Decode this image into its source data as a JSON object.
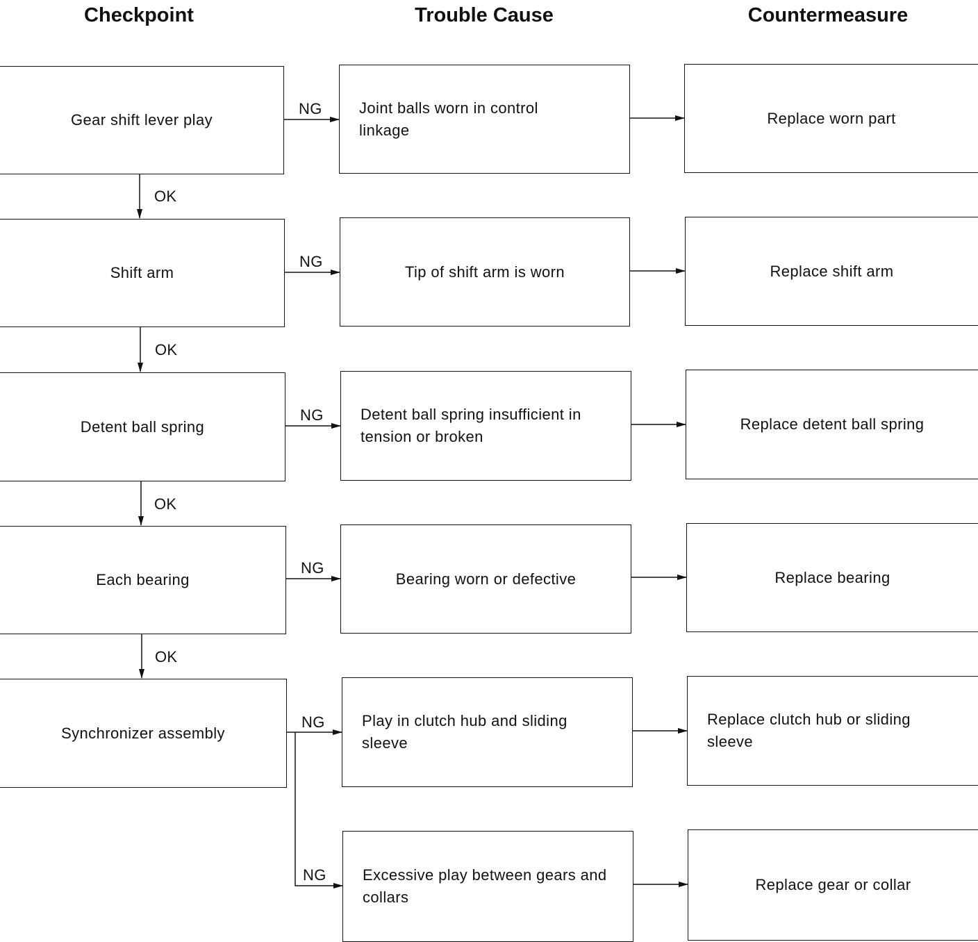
{
  "headers": {
    "checkpoint": "Checkpoint",
    "cause": "Trouble Cause",
    "countermeasure": "Countermeasure"
  },
  "labels": {
    "ng": "NG",
    "ok": "OK"
  },
  "rows": [
    {
      "checkpoint": "Gear shift lever play",
      "cause": "Joint balls worn in control linkage",
      "countermeasure": "Replace worn part"
    },
    {
      "checkpoint": "Shift arm",
      "cause": "Tip of shift arm is worn",
      "countermeasure": "Replace shift arm"
    },
    {
      "checkpoint": "Detent ball spring",
      "cause": "Detent ball spring insufficient in tension or broken",
      "countermeasure": "Replace detent ball spring"
    },
    {
      "checkpoint": "Each bearing",
      "cause": "Bearing worn or defective",
      "countermeasure": "Replace bearing"
    },
    {
      "checkpoint": "Synchronizer assembly",
      "cause": "Play in clutch hub and sliding sleeve",
      "countermeasure": "Replace clutch hub or sliding sleeve"
    },
    {
      "checkpoint": "",
      "cause": "Excessive play between gears and collars",
      "countermeasure": "Replace gear or collar"
    }
  ]
}
